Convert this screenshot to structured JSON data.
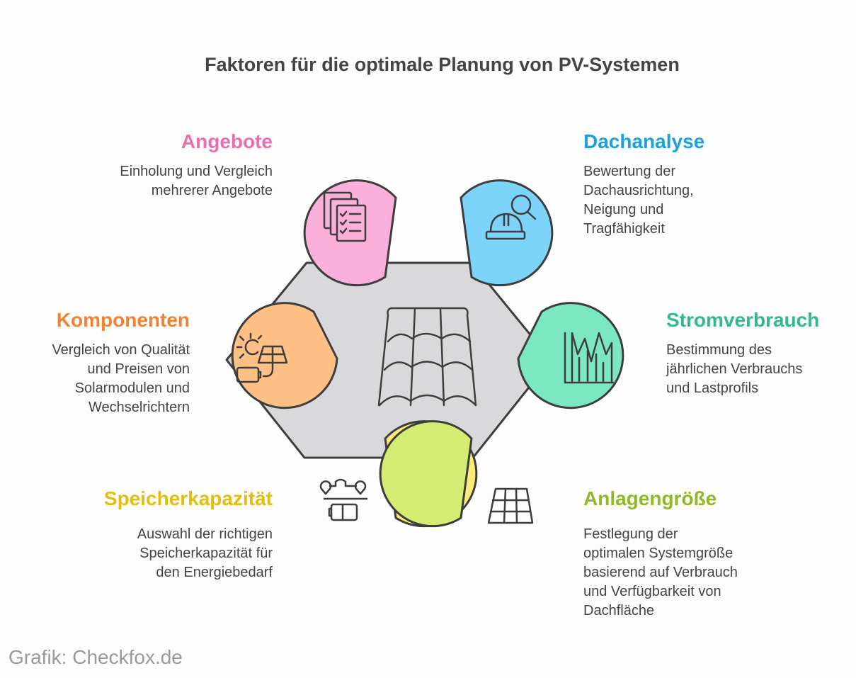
{
  "title": "Faktoren für die optimale Planung von PV-Systemen",
  "center": {
    "icon": "solar-roof-icon"
  },
  "factors": {
    "angebote": {
      "heading": "Angebote",
      "description": [
        "Einholung und Vergleich",
        "mehrerer Angebote"
      ],
      "color": "#e96fb0",
      "fill": "#fbb0dc",
      "icon": "documents-checklist-icon"
    },
    "dachanalyse": {
      "heading": "Dachanalyse",
      "description": [
        "Bewertung der",
        "Dachausrichtung,",
        "Neigung und",
        "Tragfähigkeit"
      ],
      "color": "#1da1db",
      "fill": "#7dd4fb",
      "icon": "hardhat-search-icon"
    },
    "komponenten": {
      "heading": "Komponenten",
      "description": [
        "Vergleich von Qualität",
        "und Preisen von",
        "Solarmodulen und",
        "Wechselrichtern"
      ],
      "color": "#ef8331",
      "fill": "#ffc085",
      "icon": "sun-panel-battery-icon"
    },
    "stromverbrauch": {
      "heading": "Stromverbrauch",
      "description": [
        "Bestimmung des",
        "jährlichen Verbrauchs",
        "und Lastprofils"
      ],
      "color": "#33b98b",
      "fill": "#7ce8c2",
      "icon": "consumption-chart-icon"
    },
    "speicherkapazitaet": {
      "heading": "Speicherkapazität",
      "description": [
        "Auswahl der richtigen",
        "Speicherkapazität für",
        "den Energiebedarf"
      ],
      "color": "#e2be14",
      "fill": "#fdea79",
      "icon": "storage-battery-icon"
    },
    "anlagengroesse": {
      "heading": "Anlagengröße",
      "description": [
        "Festlegung der",
        "optimalen Systemgröße",
        "basierend auf Verbrauch",
        "und Verfügbarkeit von",
        "Dachfläche"
      ],
      "color": "#92b827",
      "fill": "#d5ec72",
      "icon": "solar-panel-icon"
    }
  },
  "credit": "Grafik: Checkfox.de"
}
